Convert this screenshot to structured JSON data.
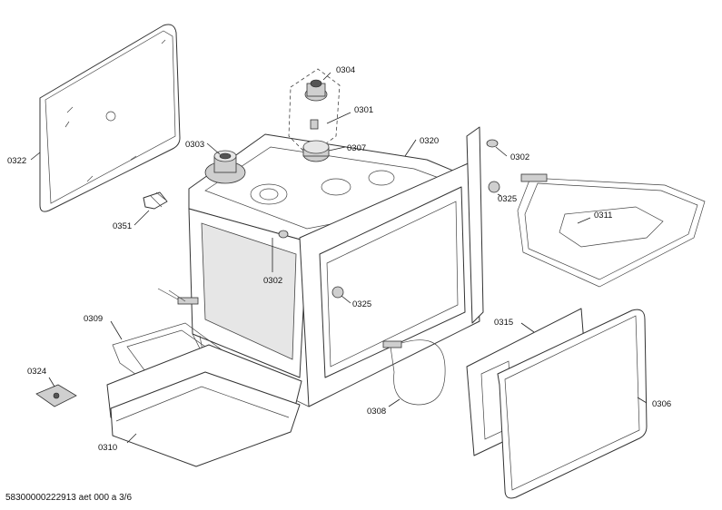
{
  "footer": "58300000222913 aet 000 a 3/6",
  "labels": {
    "p0304": "0304",
    "p0301": "0301",
    "p0303": "0303",
    "p0307": "0307",
    "p0320": "0320",
    "p0302a": "0302",
    "p0322": "0322",
    "p0325a": "0325",
    "p0351": "0351",
    "p0311": "0311",
    "p0302b": "0302",
    "p0309": "0309",
    "p0325b": "0325",
    "p0315": "0315",
    "p0324": "0324",
    "p0308": "0308",
    "p0306": "0306",
    "p0310": "0310"
  }
}
